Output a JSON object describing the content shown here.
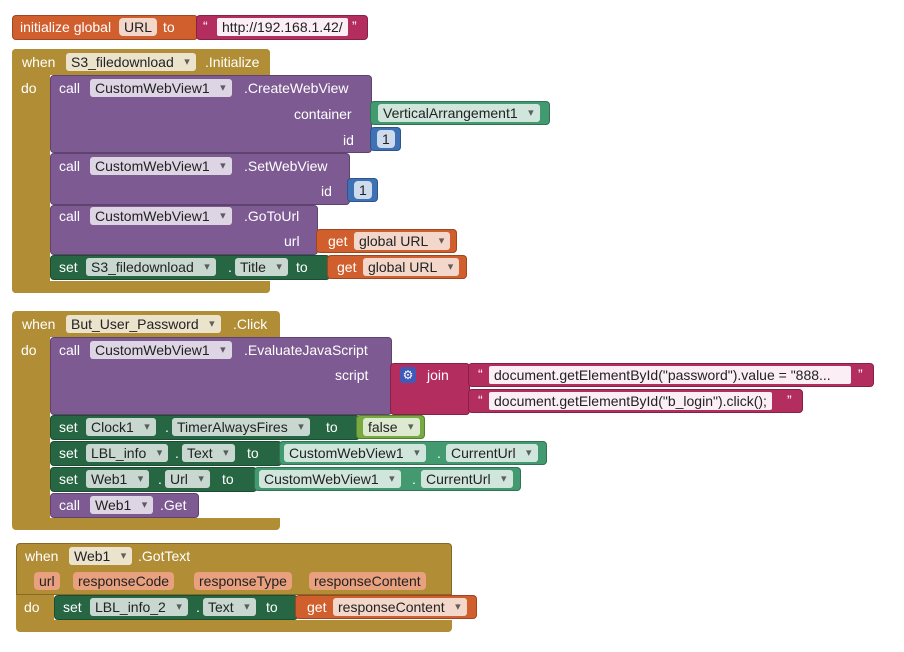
{
  "init": {
    "initialize_label": "initialize global",
    "var_name": "URL",
    "to_label": "to",
    "open_quote": "“",
    "value": "http://192.168.1.42/",
    "close_quote": "”"
  },
  "ev1": {
    "when": "when",
    "component": "S3_filedownload",
    "event": ".Initialize",
    "do": "do",
    "c1": {
      "call": "call",
      "component": "CustomWebView1",
      "method": ".CreateWebView",
      "container_label": "container",
      "container_value": "VerticalArrangement1",
      "id_label": "id",
      "id_value": "1"
    },
    "c2": {
      "call": "call",
      "component": "CustomWebView1",
      "method": ".SetWebView",
      "id_label": "id",
      "id_value": "1"
    },
    "c3": {
      "call": "call",
      "component": "CustomWebView1",
      "method": ".GoToUrl",
      "url_label": "url",
      "get": "get",
      "var": "global URL"
    },
    "s1": {
      "set": "set",
      "component": "S3_filedownload",
      "dot": ".",
      "prop": "Title",
      "to": "to",
      "get": "get",
      "var": "global URL"
    }
  },
  "ev2": {
    "when": "when",
    "component": "But_User_Password",
    "event": ".Click",
    "do": "do",
    "c1": {
      "call": "call",
      "component": "CustomWebView1",
      "method": ".EvaluateJavaScript",
      "script_label": "script",
      "join": "join",
      "open_quote": "“",
      "close_quote": "”",
      "str1": "document.getElementById(\"password\").value = \"888...",
      "str2": "document.getElementById(\"b_login\").click();"
    },
    "s1": {
      "set": "set",
      "component": "Clock1",
      "dot": ".",
      "prop": "TimerAlwaysFires",
      "to": "to",
      "value": "false"
    },
    "s2": {
      "set": "set",
      "component": "LBL_info",
      "dot": ".",
      "prop": "Text",
      "to": "to",
      "src_component": "CustomWebView1",
      "src_prop": "CurrentUrl"
    },
    "s3": {
      "set": "set",
      "component": "Web1",
      "dot": ".",
      "prop": "Url",
      "to": "to",
      "src_component": "CustomWebView1",
      "src_prop": "CurrentUrl"
    },
    "c2": {
      "call": "call",
      "component": "Web1",
      "method": ".Get"
    }
  },
  "ev3": {
    "when": "when",
    "component": "Web1",
    "event": ".GotText",
    "do": "do",
    "params": [
      "url",
      "responseCode",
      "responseType",
      "responseContent"
    ],
    "s1": {
      "set": "set",
      "component": "LBL_info_2",
      "dot": ".",
      "prop": "Text",
      "to": "to",
      "get": "get",
      "var": "responseContent"
    }
  },
  "colors": {
    "event": "#b18e35",
    "procedure": "#7d5a92",
    "setter": "#266643",
    "getter": "#d05f2d",
    "text": "#b32d5e",
    "number": "#3f71b5",
    "component": "#439970",
    "logic": "#77ab41"
  }
}
